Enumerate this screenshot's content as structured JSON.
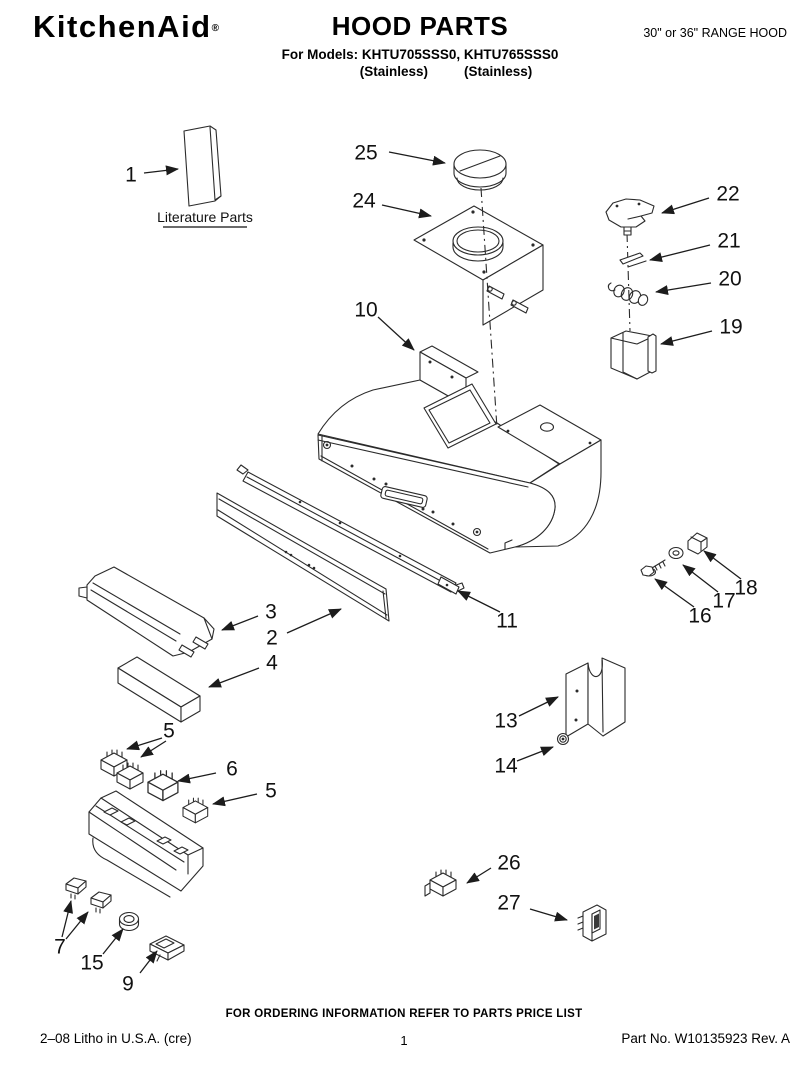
{
  "header": {
    "brand": "KitchenAid",
    "brand_reg": "®",
    "title": "HOOD PARTS",
    "models_line": "For Models: KHTU705SSS0, KHTU765SSS0",
    "finish_left": "(Stainless)",
    "finish_right": "(Stainless)",
    "product_type": "30\" or 36\" RANGE HOOD"
  },
  "diagram": {
    "literature_label": "Literature Parts",
    "callouts": {
      "c1": {
        "label": "1"
      },
      "c25": {
        "label": "25"
      },
      "c24": {
        "label": "24"
      },
      "c22": {
        "label": "22"
      },
      "c21": {
        "label": "21"
      },
      "c20": {
        "label": "20"
      },
      "c19": {
        "label": "19"
      },
      "c10": {
        "label": "10"
      },
      "c11": {
        "label": "11"
      },
      "c3": {
        "label": "3"
      },
      "c2": {
        "label": "2"
      },
      "c4": {
        "label": "4"
      },
      "c5a": {
        "label": "5"
      },
      "c6": {
        "label": "6"
      },
      "c5b": {
        "label": "5"
      },
      "c13": {
        "label": "13"
      },
      "c14": {
        "label": "14"
      },
      "c16": {
        "label": "16"
      },
      "c17": {
        "label": "17"
      },
      "c18": {
        "label": "18"
      },
      "c7": {
        "label": "7"
      },
      "c15": {
        "label": "15"
      },
      "c9": {
        "label": "9"
      },
      "c26": {
        "label": "26"
      },
      "c27": {
        "label": "27"
      }
    }
  },
  "footer": {
    "ordering_note": "FOR ORDERING INFORMATION REFER TO PARTS PRICE LIST",
    "litho": "2–08 Litho in U.S.A. (cre)",
    "page_number": "1",
    "part_number": "Part No. W10135923 Rev. A"
  }
}
